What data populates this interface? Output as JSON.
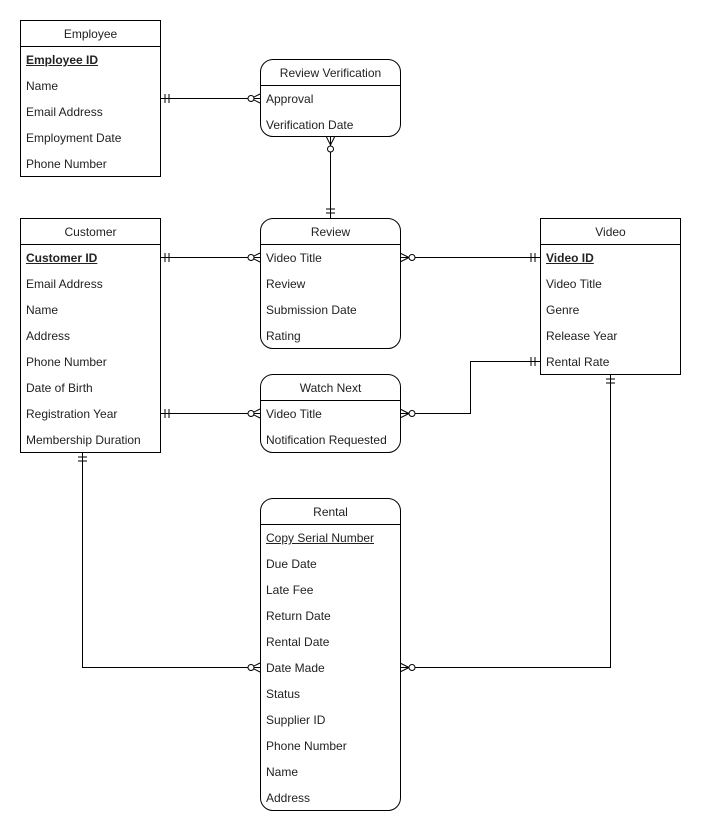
{
  "entities": {
    "employee": {
      "title": "Employee",
      "attributes": [
        "Employee ID",
        "Name",
        "Email Address",
        "Employment Date",
        "Phone Number"
      ]
    },
    "review_verification": {
      "title": "Review Verification",
      "attributes": [
        "Approval",
        "Verification Date"
      ]
    },
    "customer": {
      "title": "Customer",
      "attributes": [
        "Customer ID",
        "Email Address",
        "Name",
        "Address",
        "Phone Number",
        "Date of Birth",
        "Registration Year",
        "Membership Duration"
      ]
    },
    "review": {
      "title": "Review",
      "attributes": [
        "Video Title",
        "Review",
        "Submission Date",
        "Rating"
      ]
    },
    "video": {
      "title": "Video",
      "attributes": [
        "Video ID",
        "Video Title",
        "Genre",
        "Release Year",
        "Rental Rate"
      ]
    },
    "watch_next": {
      "title": "Watch Next",
      "attributes": [
        "Video Title",
        "Notification Requested"
      ]
    },
    "rental": {
      "title": "Rental",
      "attributes": [
        "Copy Serial Number",
        "Due Date",
        "Late Fee",
        "Return Date",
        "Rental Date",
        "Date Made",
        "Status",
        "Supplier ID",
        "Phone Number",
        "Name",
        "Address"
      ]
    }
  },
  "relationships": [
    {
      "from": "Employee",
      "to": "Review Verification",
      "from_end": "one-and-only-one",
      "to_end": "zero-or-many"
    },
    {
      "from": "Review Verification",
      "to": "Review",
      "from_end": "zero-or-many",
      "to_end": "one-and-only-one"
    },
    {
      "from": "Customer",
      "to": "Review",
      "from_end": "one-and-only-one",
      "to_end": "zero-or-many"
    },
    {
      "from": "Review",
      "to": "Video",
      "from_end": "zero-or-many",
      "to_end": "one-and-only-one"
    },
    {
      "from": "Customer",
      "to": "Watch Next",
      "from_end": "one-and-only-one",
      "to_end": "zero-or-many"
    },
    {
      "from": "Watch Next",
      "to": "Video",
      "from_end": "zero-or-many",
      "to_end": "one-and-only-one"
    },
    {
      "from": "Customer",
      "to": "Rental",
      "from_end": "one-and-only-one",
      "to_end": "zero-or-many"
    },
    {
      "from": "Rental",
      "to": "Video",
      "from_end": "zero-or-many",
      "to_end": "one-and-only-one"
    }
  ]
}
